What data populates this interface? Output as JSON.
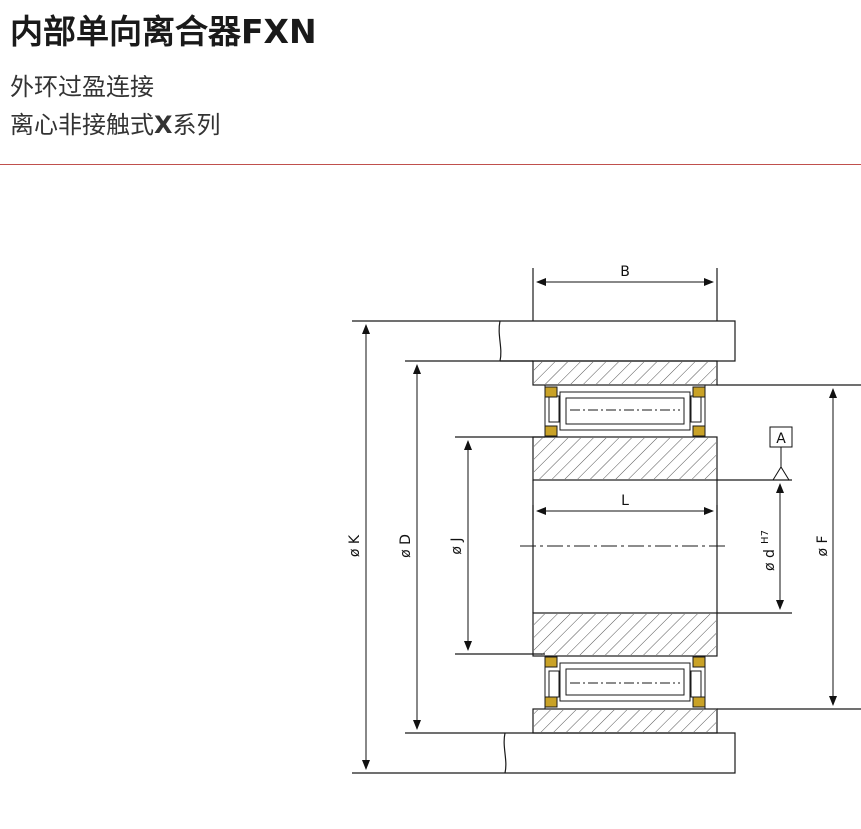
{
  "header": {
    "title": "内部单向离合器FXN",
    "subtitle_1": "外环过盈连接",
    "subtitle_2_prefix": "离心非接触式",
    "subtitle_2_bold": "X",
    "subtitle_2_suffix": "系列"
  },
  "drawing": {
    "labels": {
      "B": "B",
      "L": "L",
      "A": "A",
      "K": "ø K",
      "D": "ø D",
      "J": "ø J",
      "d": "ø d",
      "d_tol": "H7",
      "F": "ø F"
    },
    "colors": {
      "rule": "#c0504d",
      "line": "#1a1a1a",
      "hatch": "#444444",
      "clip": "#c9a227"
    }
  }
}
